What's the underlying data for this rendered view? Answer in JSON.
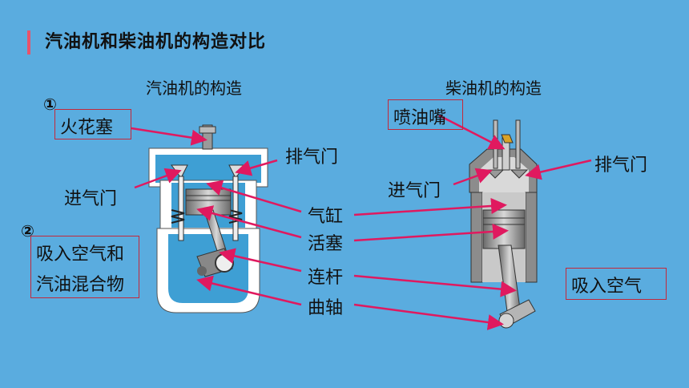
{
  "slide": {
    "title": "汽油机和柴油机的构造对比"
  },
  "gasoline": {
    "heading": "汽油机的构造",
    "marker1": "①",
    "spark_plug": "火花塞",
    "intake": "进气门",
    "exhaust": "排气门",
    "marker2": "②",
    "intake_mix_line1": "吸入空气和",
    "intake_mix_line2": "汽油混合物"
  },
  "diesel": {
    "heading": "柴油机的构造",
    "injector": "喷油嘴",
    "intake": "进气门",
    "exhaust": "排气门",
    "intake_air": "吸入空气"
  },
  "shared": {
    "cylinder": "气缸",
    "piston": "活塞",
    "connecting_rod": "连杆",
    "crankshaft": "曲轴"
  },
  "colors": {
    "background": "#5aacdf",
    "accent": "#e8536b",
    "arrow": "#e0195f",
    "box_border": "#c4283a"
  }
}
